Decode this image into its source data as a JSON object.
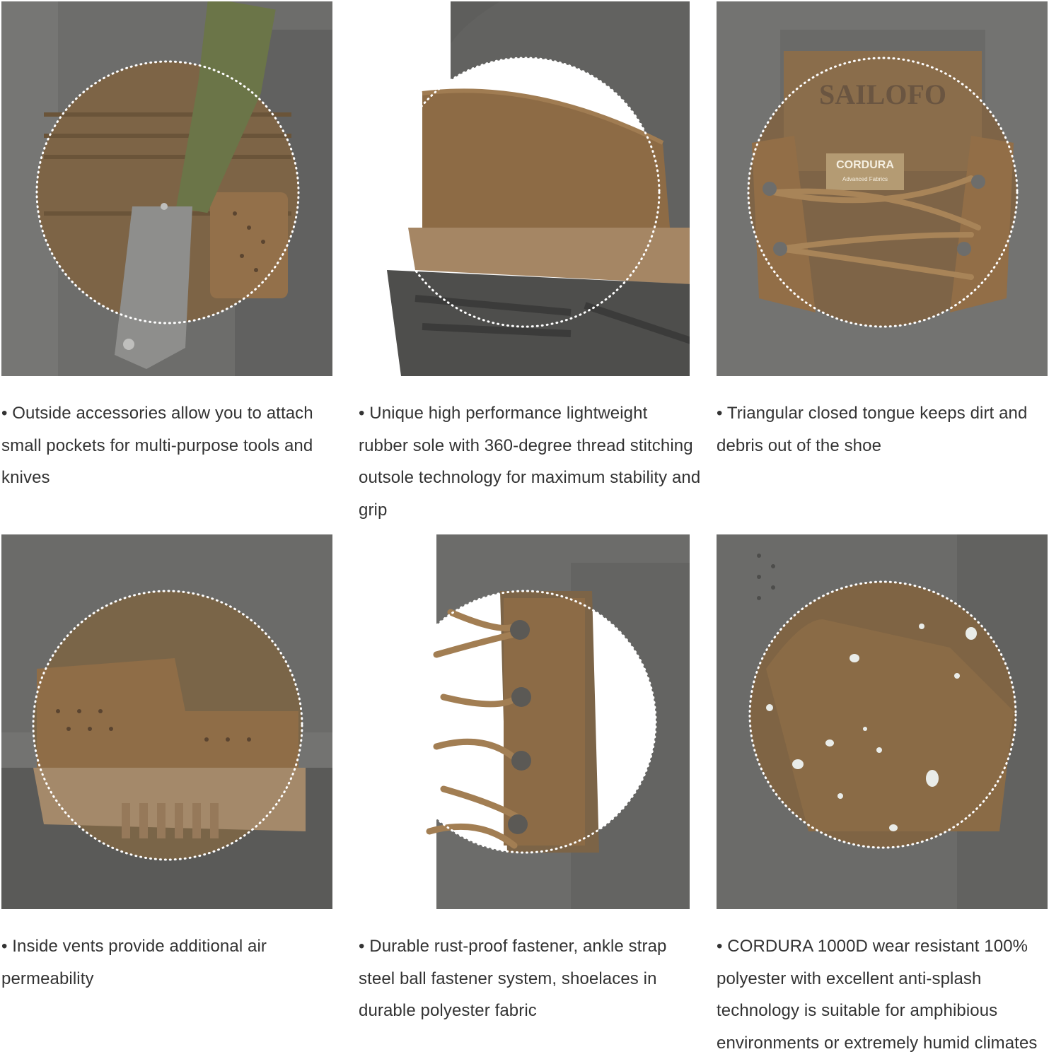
{
  "features": [
    {
      "caption": "• Outside accessories allow you to attach small pockets for multi-purpose tools and knives",
      "icon": "knife-on-molle-photo"
    },
    {
      "caption": "• Unique high performance lightweight rubber sole with 360-degree thread stitching outsole technology for maximum stability and grip",
      "icon": "heel-sole-photo"
    },
    {
      "caption": "• Triangular closed tongue keeps dirt and debris out of the shoe",
      "icon": "tongue-photo"
    },
    {
      "caption": "• Inside vents provide additional air permeability",
      "icon": "vents-photo"
    },
    {
      "caption": "• Durable rust-proof fastener, ankle strap steel ball fastener system, shoelaces in durable polyester fabric",
      "icon": "lacing-photo"
    },
    {
      "caption": "• CORDURA 1000D wear resistant 100% polyester with excellent anti-splash technology is suitable for amphibious environments or extremely humid climates",
      "icon": "water-droplets-photo"
    }
  ],
  "labels": {
    "brand_logo": "SAILOFO",
    "fabric_tag_main": "CORDURA",
    "fabric_tag_sub": "Advanced Fabrics"
  },
  "colors": {
    "grey_suede": "#6f6f6d",
    "dark_grey": "#4f4f4e",
    "coyote_brown": "#8a6a45",
    "light_brown": "#a98357",
    "olive": "#6b7548",
    "caption_text": "#333333"
  }
}
